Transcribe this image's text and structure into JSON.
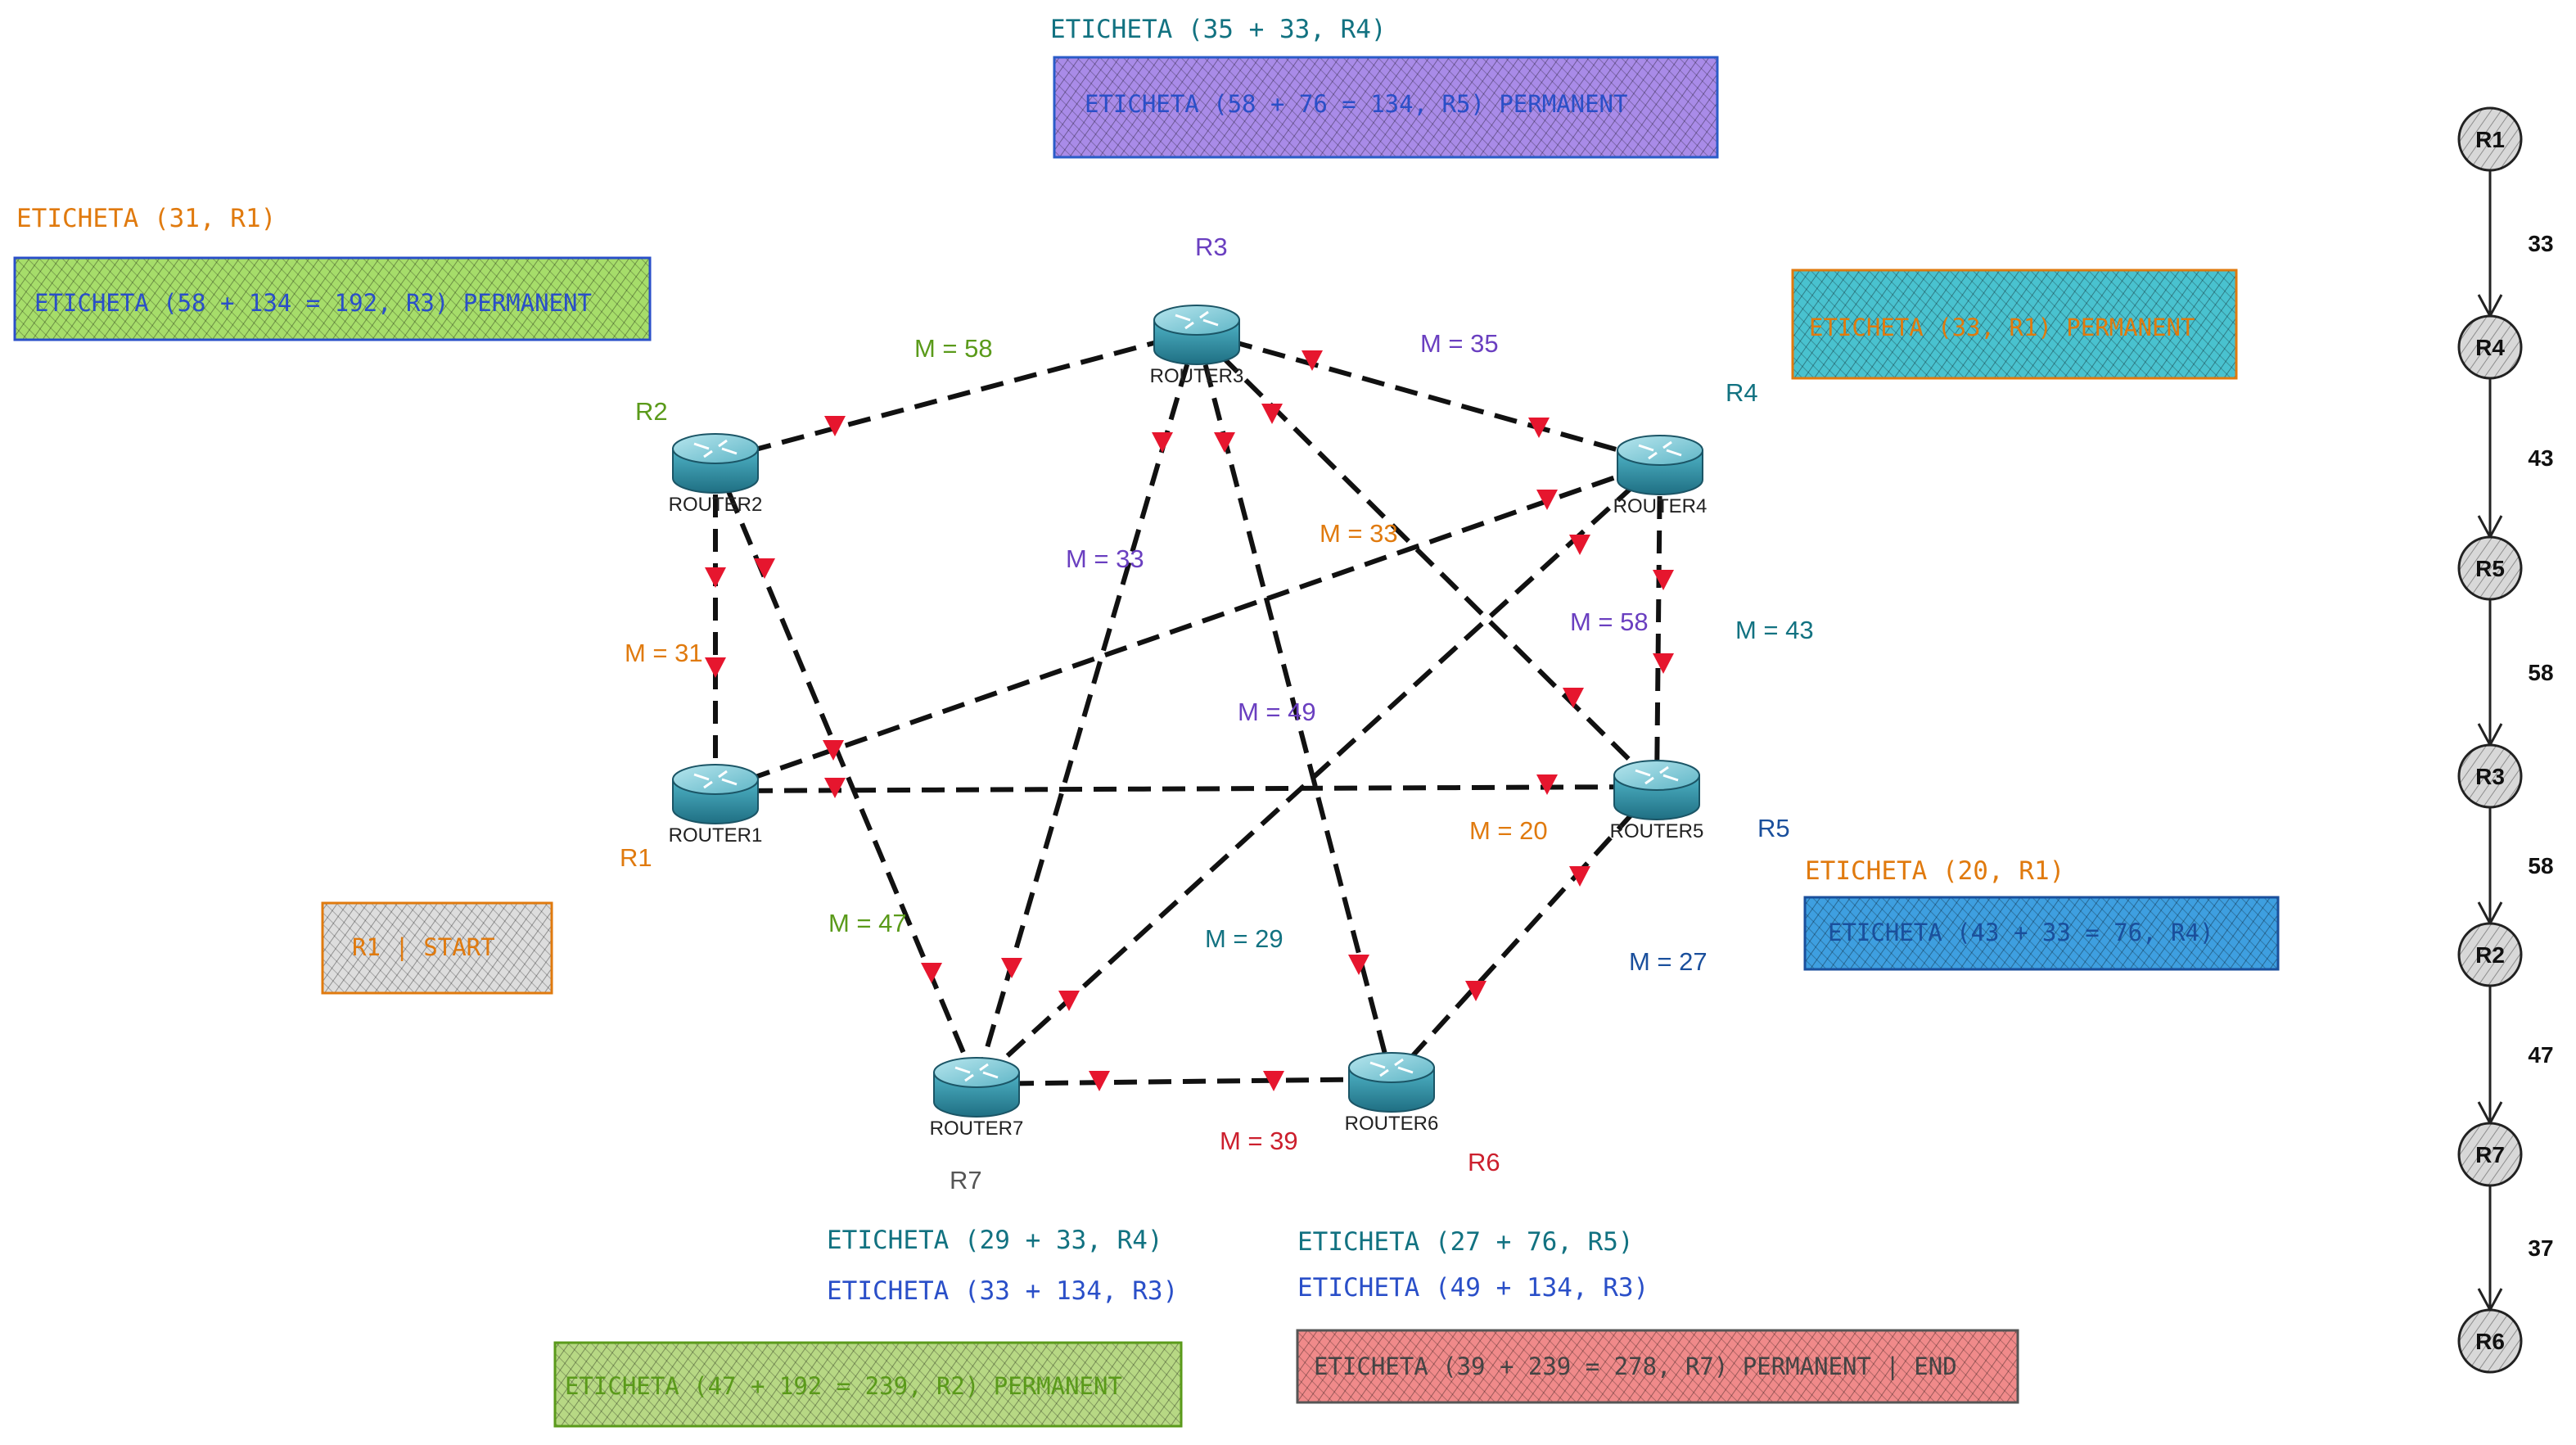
{
  "colors": {
    "orange": "#e07a0e",
    "green": "#5a9a1a",
    "purple": "#6a3fc0",
    "teal": "#127281",
    "blue": "#1a4f9c",
    "red": "#cc1f2d",
    "gray": "#555555",
    "arrow": "#e6162e"
  },
  "routers": [
    {
      "id": "R1",
      "name": "ROUTER1",
      "tag": "R1",
      "color": "orange"
    },
    {
      "id": "R2",
      "name": "ROUTER2",
      "tag": "R2",
      "color": "green"
    },
    {
      "id": "R3",
      "name": "ROUTER3",
      "tag": "R3",
      "color": "purple"
    },
    {
      "id": "R4",
      "name": "ROUTER4",
      "tag": "R4",
      "color": "teal"
    },
    {
      "id": "R5",
      "name": "ROUTER5",
      "tag": "R5",
      "color": "blue"
    },
    {
      "id": "R6",
      "name": "ROUTER6",
      "tag": "R6",
      "color": "red"
    },
    {
      "id": "R7",
      "name": "ROUTER7",
      "tag": "R7",
      "color": "gray"
    }
  ],
  "links": [
    {
      "label": "M = 58",
      "color": "green"
    },
    {
      "label": "M = 35",
      "color": "purple"
    },
    {
      "label": "M = 31",
      "color": "orange"
    },
    {
      "label": "M = 47",
      "color": "green"
    },
    {
      "label": "M = 33",
      "color": "purple"
    },
    {
      "label": "M = 33",
      "color": "orange"
    },
    {
      "label": "M = 58",
      "color": "purple"
    },
    {
      "label": "M = 49",
      "color": "purple"
    },
    {
      "label": "M = 43",
      "color": "teal"
    },
    {
      "label": "M = 20",
      "color": "orange"
    },
    {
      "label": "M = 29",
      "color": "teal"
    },
    {
      "label": "M = 27",
      "color": "blue"
    },
    {
      "label": "M = 39",
      "color": "red"
    }
  ],
  "labels": {
    "top_label": "ETICHETA (35 + 33, R4)",
    "top_box": "ETICHETA (58 + 76 = 134, R5) PERMANENT",
    "left_label": "ETICHETA (31, R1)",
    "left_box": "ETICHETA (58 + 134 = 192, R3) PERMANENT",
    "right_top_box": "ETICHETA (33, R1) PERMANENT",
    "right_label": "ETICHETA (20, R1)",
    "right_box": "ETICHETA (43 + 33 = 76, R4)",
    "start_box": "R1 | START",
    "r7_label_1": "ETICHETA (29 + 33, R4)",
    "r7_label_2": "ETICHETA (33 + 134, R3)",
    "r7_box": "ETICHETA (47 + 192 = 239, R2) PERMANENT",
    "r6_label_1": "ETICHETA (27 + 76, R5)",
    "r6_label_2": "ETICHETA (49 + 134, R3)",
    "r6_box": "ETICHETA (39 + 239 = 278, R7) PERMANENT | END"
  },
  "path": {
    "nodes": [
      "R1",
      "R4",
      "R5",
      "R3",
      "R2",
      "R7",
      "R6"
    ],
    "weights": [
      "33",
      "43",
      "58",
      "58",
      "47",
      "37"
    ]
  }
}
